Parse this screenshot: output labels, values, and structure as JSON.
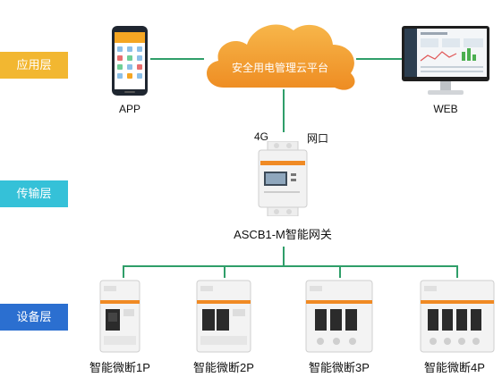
{
  "layers": {
    "application": {
      "label": "应用层",
      "color": "#f2b731"
    },
    "transport": {
      "label": "传输层",
      "color": "#35c1d8"
    },
    "device": {
      "label": "设备层",
      "color": "#2b6fd0"
    }
  },
  "cloud": {
    "label": "安全用电管理云平台",
    "color": "#f2a03a"
  },
  "app": {
    "label": "APP"
  },
  "web": {
    "label": "WEB"
  },
  "gateway": {
    "label": "ASCB1-M智能网关",
    "port_4g": "4G",
    "port_net": "网口"
  },
  "breakers": [
    {
      "label": "智能微断1P"
    },
    {
      "label": "智能微断2P"
    },
    {
      "label": "智能微断3P"
    },
    {
      "label": "智能微断4P"
    }
  ],
  "colors": {
    "line": "#2f9e69"
  }
}
